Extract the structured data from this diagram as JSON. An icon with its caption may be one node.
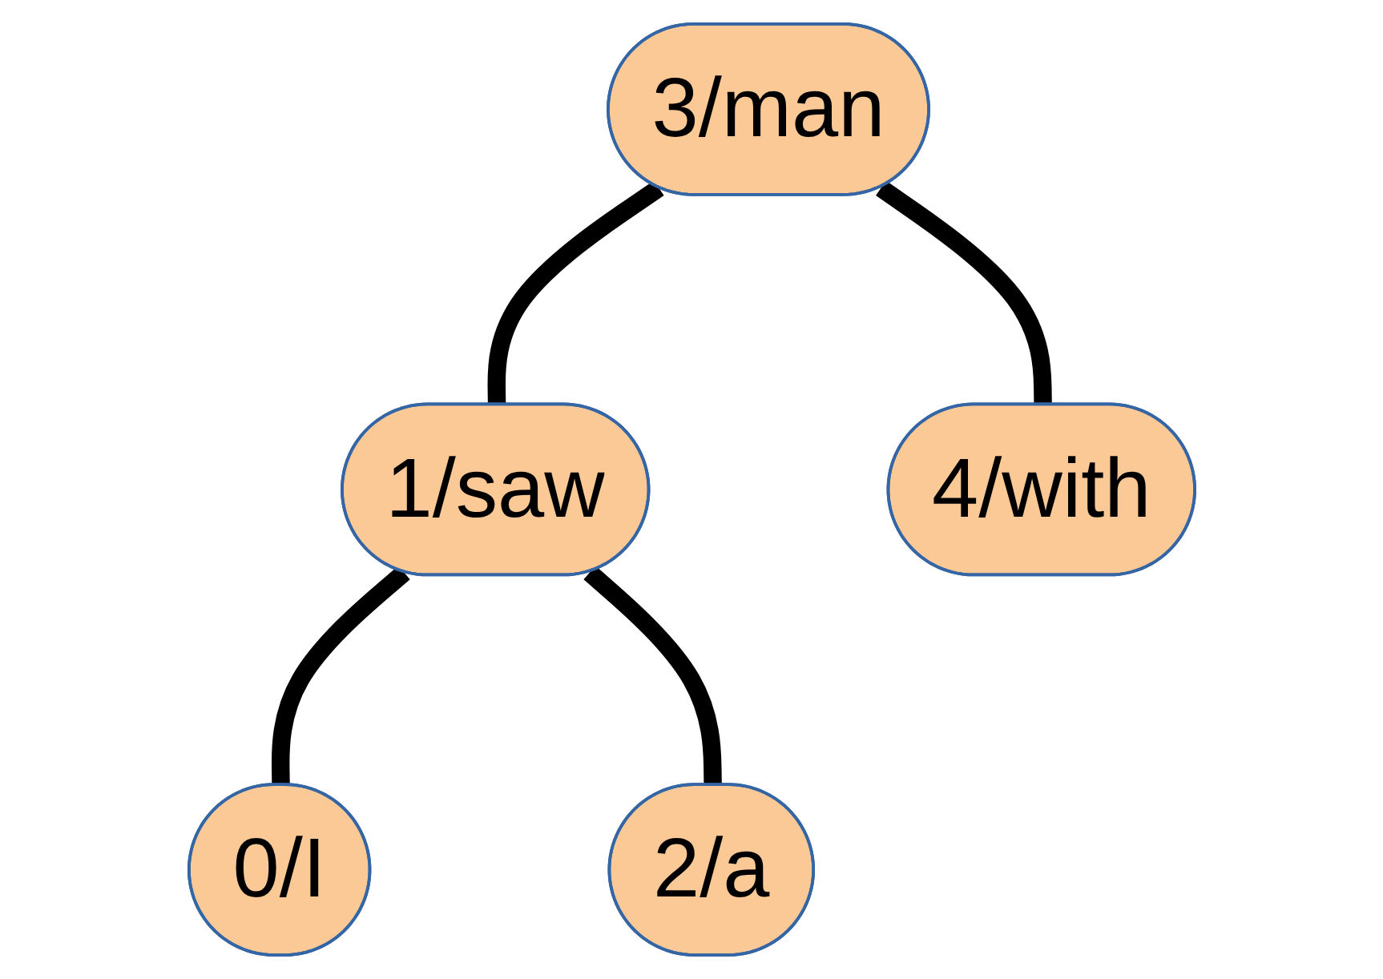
{
  "diagram": {
    "nodes": [
      {
        "text": [
          "3/man"
        ]
      },
      {
        "text": [
          "1/saw"
        ]
      },
      {
        "text": [
          "4/with"
        ]
      },
      {
        "text": [
          "0/I"
        ]
      },
      {
        "text": [
          "2/a"
        ]
      }
    ],
    "edges": [
      {
        "from": 0,
        "to": 1,
        "arrow": "none"
      },
      {
        "from": 0,
        "to": 2,
        "arrow": "none"
      },
      {
        "from": 1,
        "to": 3,
        "arrow": "none"
      },
      {
        "from": 1,
        "to": 4,
        "arrow": "none"
      }
    ]
  }
}
